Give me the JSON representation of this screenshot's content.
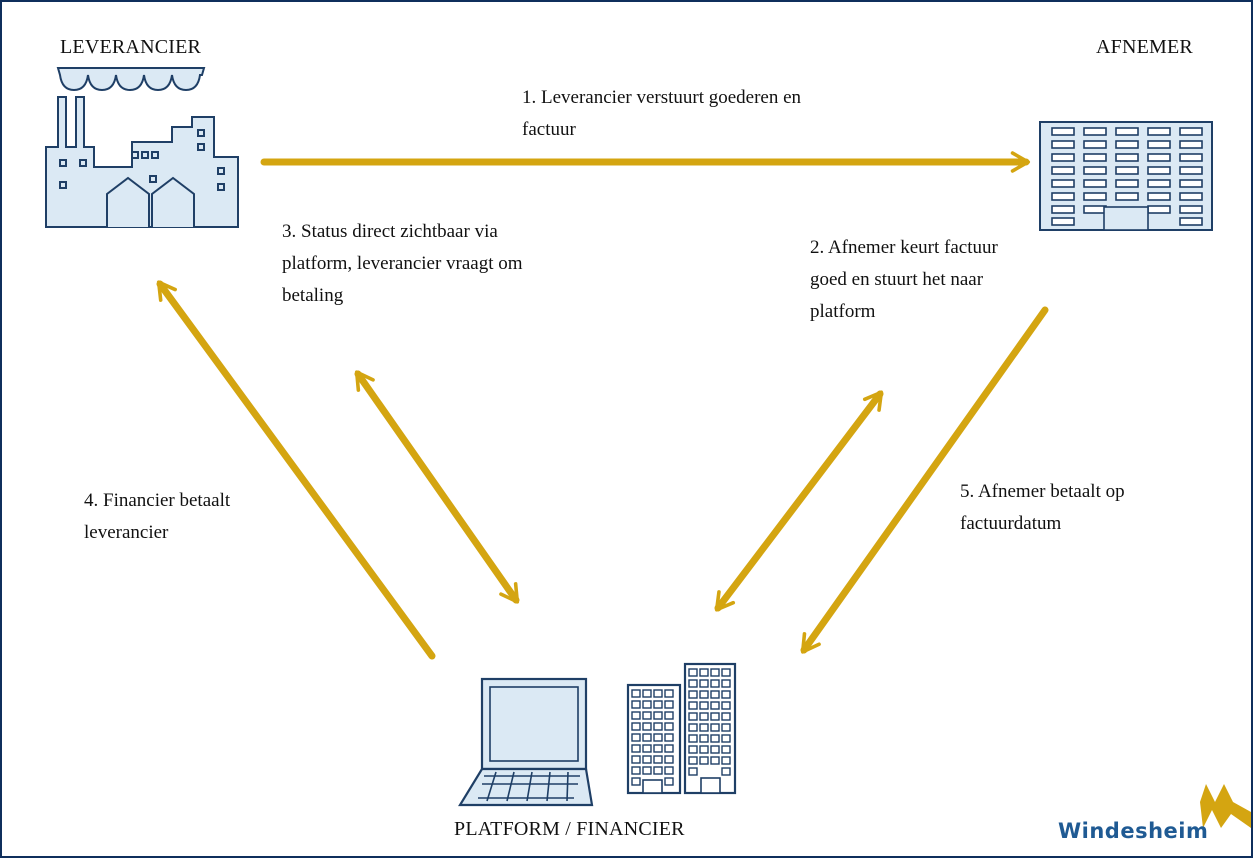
{
  "diagram": {
    "nodes": {
      "supplier": "LEVERANCIER",
      "buyer": "AFNEMER",
      "platform": "PLATFORM / FINANCIER"
    },
    "steps": {
      "step1": "1. Leverancier verstuurt goederen en\nfactuur",
      "step2": "2. Afnemer keurt factuur\ngoed  en stuurt het naar\nplatform",
      "step3": "3. Status direct zichtbaar via\nplatform, leverancier vraagt om\nbetaling",
      "step4": "4. Financier betaalt\nleverancier",
      "step5": "5. Afnemer betaalt op\nfactuurdatum"
    }
  },
  "logo": {
    "text": "Windesheim"
  },
  "colors": {
    "arrow": "#d4a511",
    "icon_fill": "#dbe9f4",
    "icon_stroke": "#1f3f66",
    "frame": "#0f2f5c",
    "logo_blue": "#1f5a93",
    "logo_gold": "#d4a511"
  },
  "icons": [
    "factory-icon",
    "office-building-icon",
    "laptop-icon",
    "towers-icon"
  ]
}
